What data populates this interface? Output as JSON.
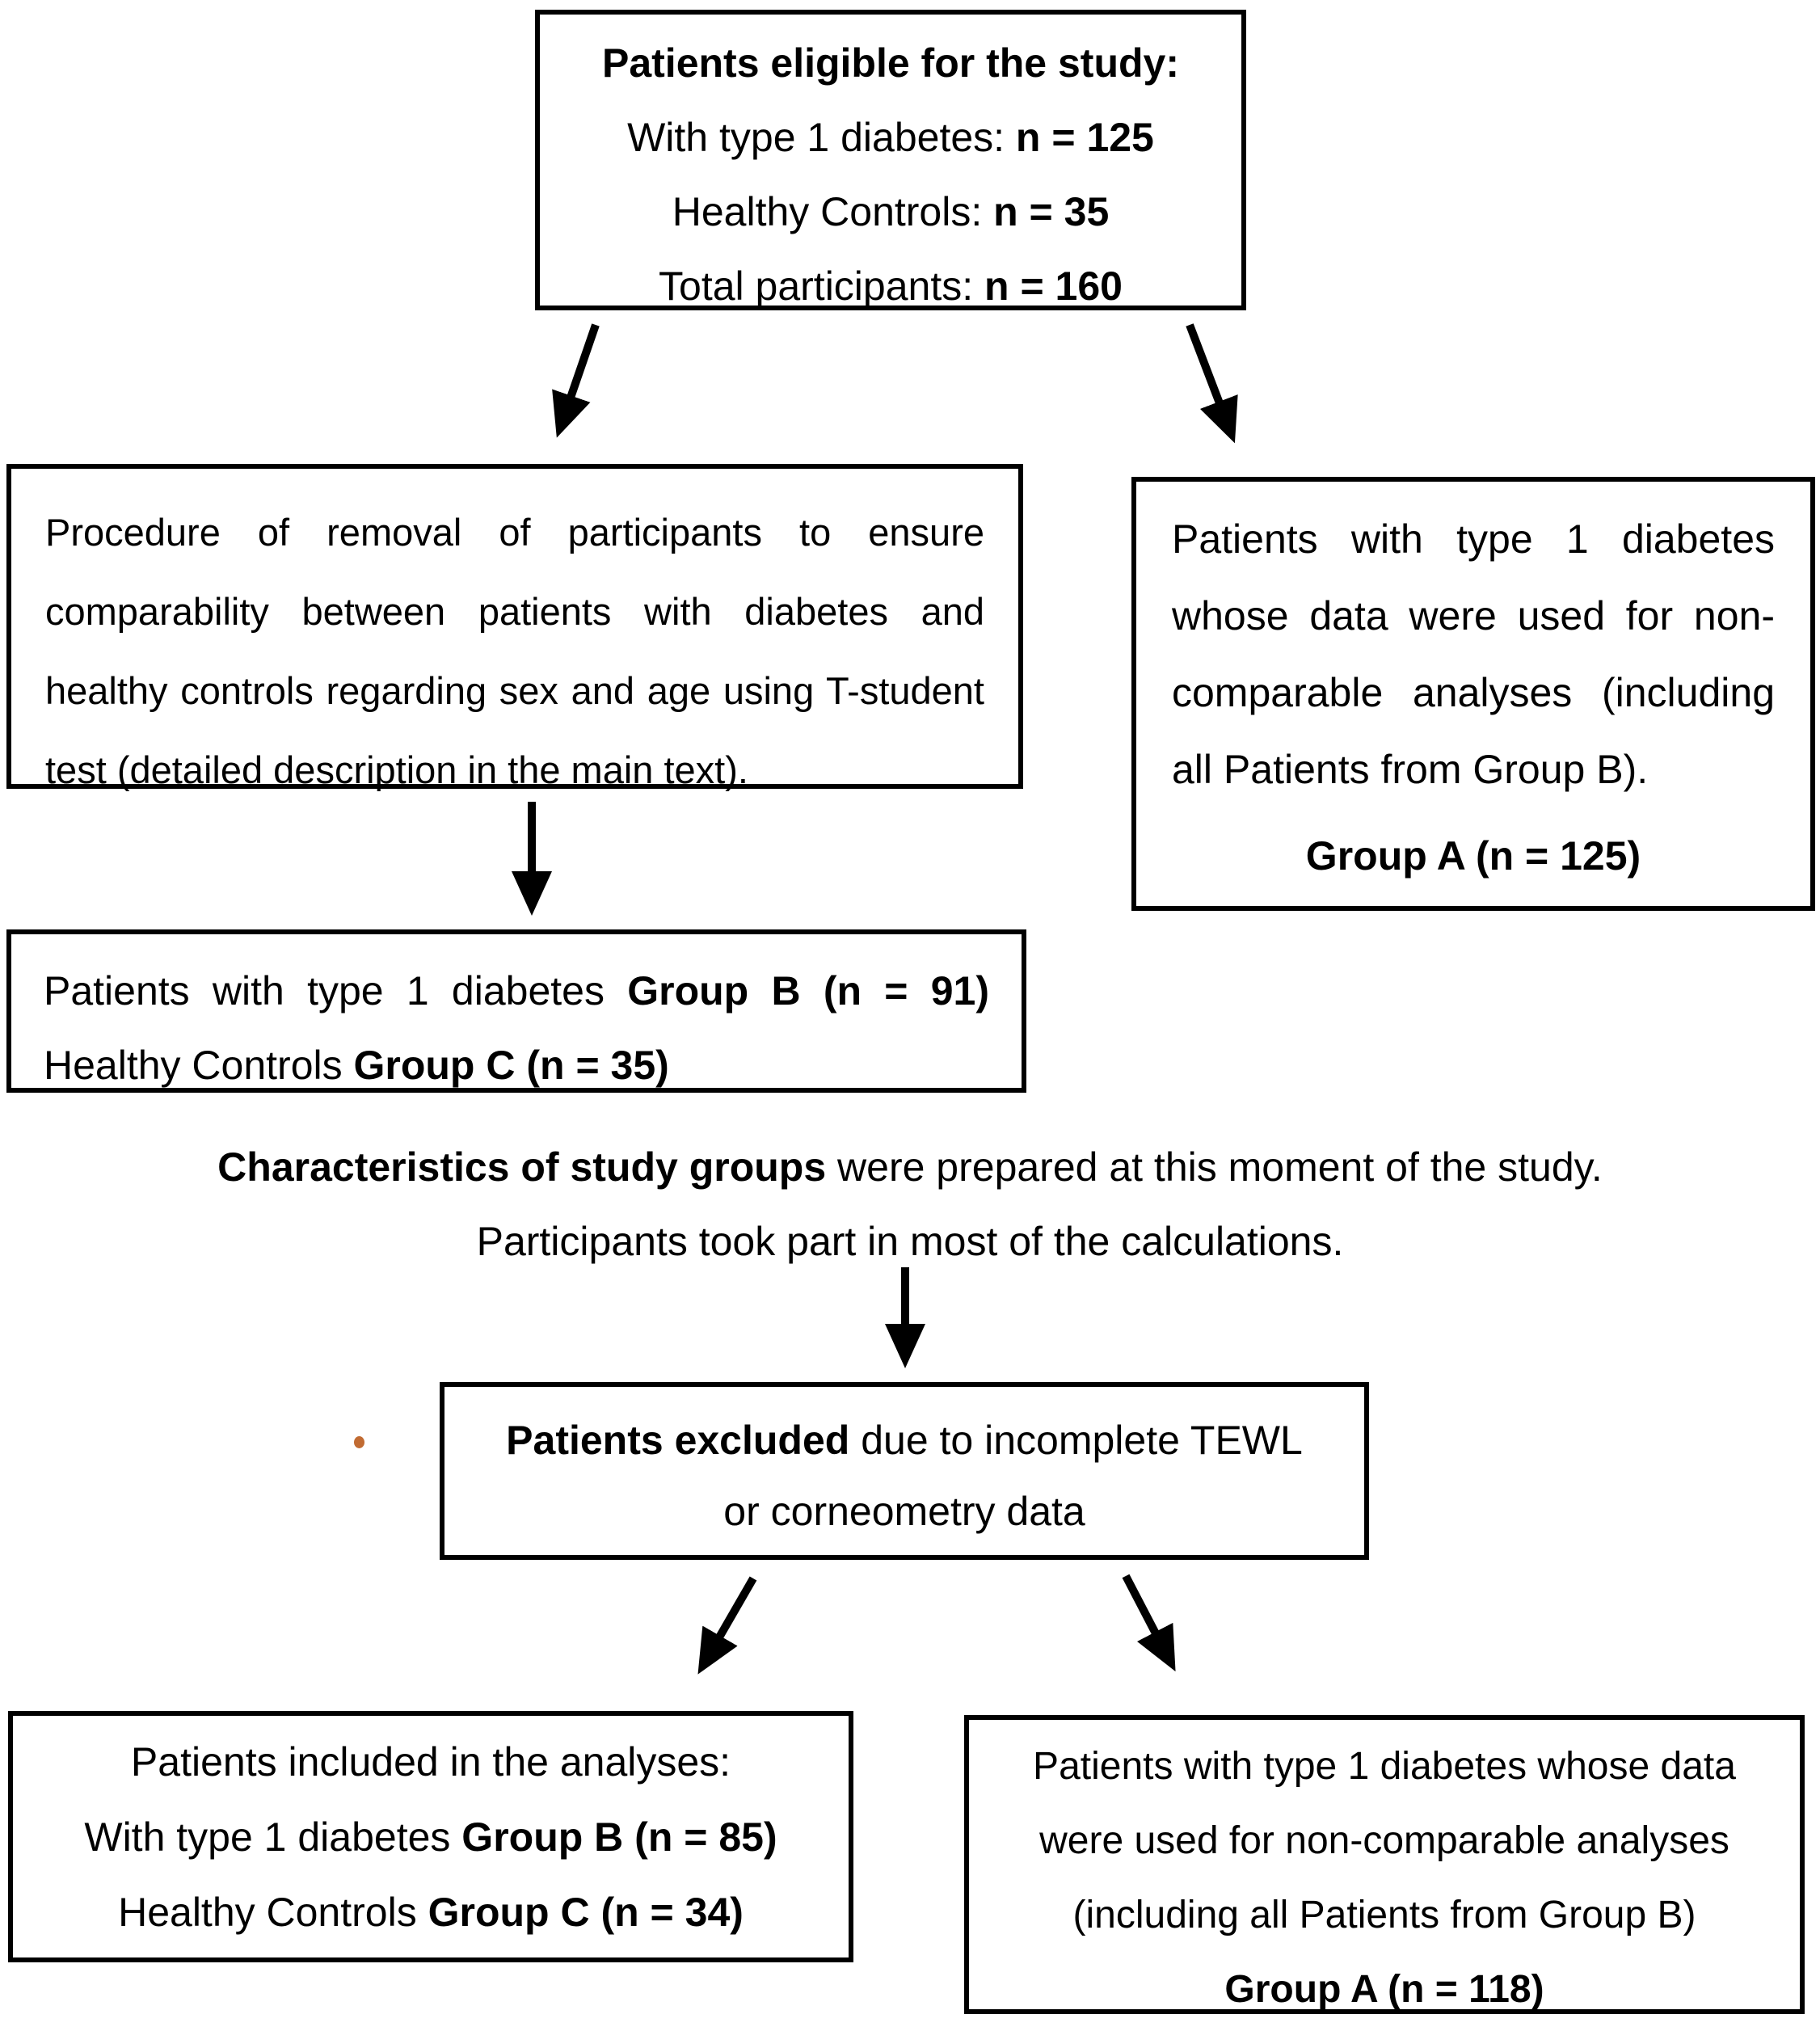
{
  "figure": {
    "colors": {
      "text": "#000000",
      "border": "#000000",
      "background": "#ffffff",
      "stray_dot": "#c16b32"
    },
    "boxes": {
      "eligible": {
        "title": "Patients eligible for the study:",
        "lines": [
          {
            "prefix": "With type 1 diabetes: ",
            "bold": "n = 125"
          },
          {
            "prefix": "Healthy Controls: ",
            "bold": "n = 35"
          },
          {
            "prefix": "Total participants: ",
            "bold": "n = 160"
          }
        ]
      },
      "procedure": {
        "text": "Procedure of removal of participants to ensure comparability between patients with diabetes and healthy controls regarding sex and age using T-student test (detailed description in the main text)."
      },
      "group_a": {
        "text": "Patients with type 1 diabetes whose data were used for non-comparable analyses (including all Patients from Group B).",
        "label": "Group A (n = 125)"
      },
      "groups_bc": {
        "line1_prefix": "Patients with type 1 diabetes ",
        "line1_bold": "Group B (n = 91)",
        "line2_prefix": "Healthy Controls ",
        "line2_bold": "Group C (n = 35)"
      },
      "excluded": {
        "bold": "Patients excluded",
        "rest": " due to incomplete TEWL",
        "line2": "or corneometry data"
      },
      "included": {
        "title": "Patients included in the analyses:",
        "line1_prefix": "With type 1 diabetes ",
        "line1_bold": "Group B (n = 85)",
        "line2_prefix": "Healthy Controls ",
        "line2_bold": "Group C (n = 34)"
      },
      "group_a_final": {
        "line1": "Patients with type 1 diabetes whose data",
        "line2": "were used for non-comparable analyses",
        "line3": "(including all Patients from Group B)",
        "label": "Group A (n = 118)"
      }
    },
    "free_text": {
      "characteristics_bold": "Characteristics of study groups",
      "characteristics_rest": " were prepared at this moment of the study.",
      "characteristics_line2": "Participants took part in most of the calculations."
    }
  }
}
